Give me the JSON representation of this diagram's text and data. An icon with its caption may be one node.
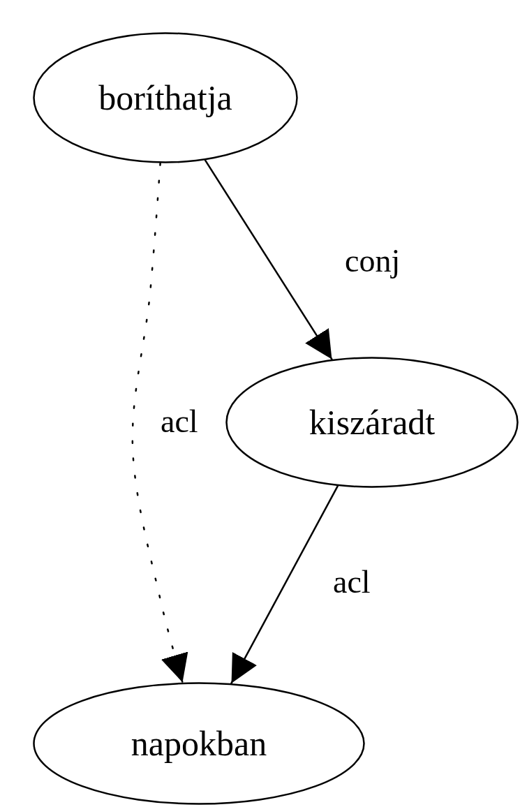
{
  "diagram": {
    "nodes": [
      {
        "text": [
          "boríthatja"
        ]
      },
      {
        "text": [
          "kiszáradt"
        ]
      },
      {
        "text": [
          "napokban"
        ]
      }
    ],
    "edges": [
      {
        "from": 0,
        "to": 2,
        "arrow": "to",
        "label": "acl",
        "style": "dashed"
      },
      {
        "from": 0,
        "to": 1,
        "arrow": "to",
        "label": "conj"
      },
      {
        "from": 1,
        "to": 2,
        "arrow": "to",
        "label": "acl"
      }
    ]
  }
}
